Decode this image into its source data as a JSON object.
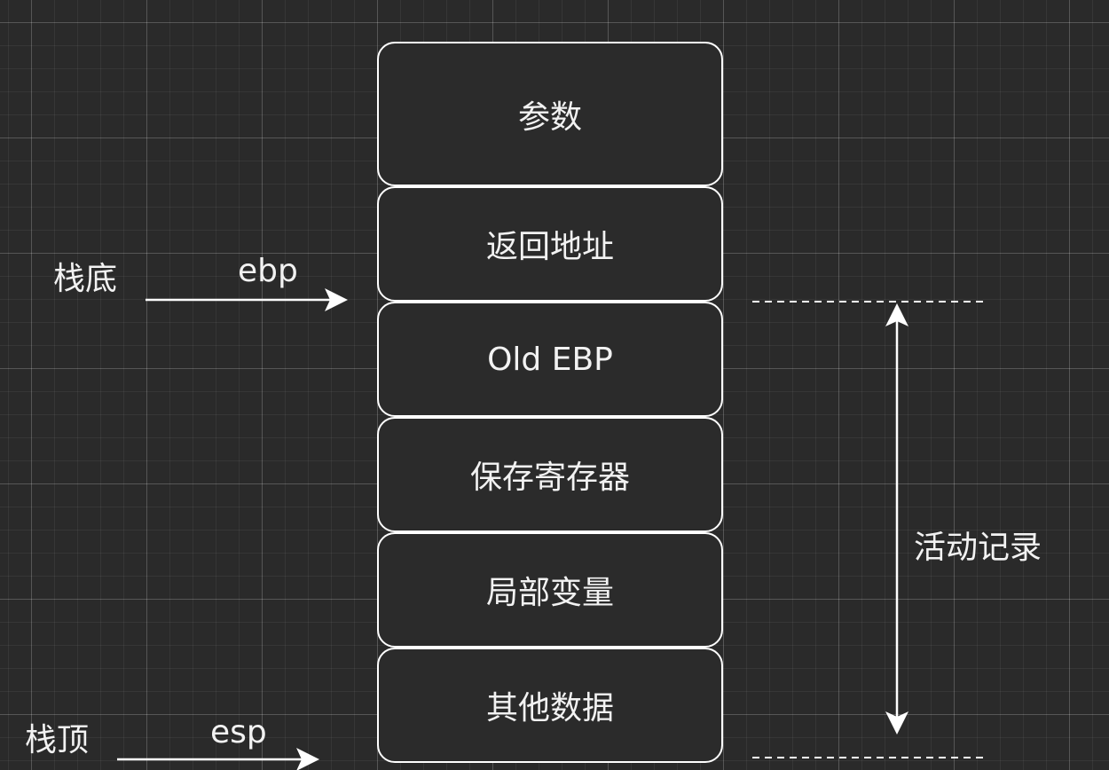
{
  "stack": {
    "blocks": [
      {
        "label": "参数"
      },
      {
        "label": "返回地址"
      },
      {
        "label": "Old EBP"
      },
      {
        "label": "保存寄存器"
      },
      {
        "label": "局部变量"
      },
      {
        "label": "其他数据"
      }
    ]
  },
  "pointers": {
    "bottom": {
      "label": "栈底",
      "register": "ebp"
    },
    "top": {
      "label": "栈顶",
      "register": "esp"
    }
  },
  "activation_record": {
    "label": "活动记录"
  },
  "colors": {
    "background": "#2a2a2a",
    "block_fill": "#2b2b2b",
    "stroke": "#ffffff",
    "text": "#f2f2f2"
  }
}
